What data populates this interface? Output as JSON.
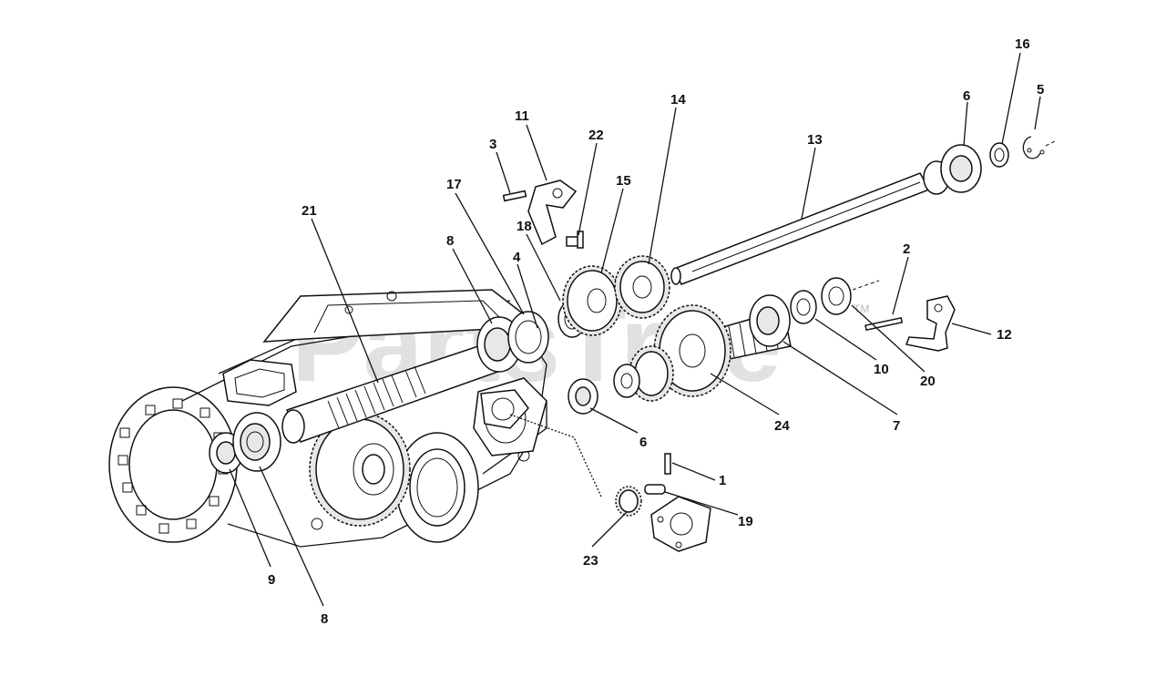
{
  "watermark": {
    "text": "PartsTree",
    "trademark": "TM"
  },
  "callouts": [
    {
      "id": "c16",
      "text": "16"
    },
    {
      "id": "c5",
      "text": "5"
    },
    {
      "id": "c6a",
      "text": "6"
    },
    {
      "id": "c13",
      "text": "13"
    },
    {
      "id": "c11",
      "text": "11"
    },
    {
      "id": "c3",
      "text": "3"
    },
    {
      "id": "c22",
      "text": "22"
    },
    {
      "id": "c14",
      "text": "14"
    },
    {
      "id": "c17",
      "text": "17"
    },
    {
      "id": "c15",
      "text": "15"
    },
    {
      "id": "c21",
      "text": "21"
    },
    {
      "id": "c18",
      "text": "18"
    },
    {
      "id": "c8a",
      "text": "8"
    },
    {
      "id": "c4",
      "text": "4"
    },
    {
      "id": "c2",
      "text": "2"
    },
    {
      "id": "c12",
      "text": "12"
    },
    {
      "id": "c10",
      "text": "10"
    },
    {
      "id": "c20",
      "text": "20"
    },
    {
      "id": "c24",
      "text": "24"
    },
    {
      "id": "c7",
      "text": "7"
    },
    {
      "id": "c6b",
      "text": "6"
    },
    {
      "id": "c1",
      "text": "1"
    },
    {
      "id": "c19",
      "text": "19"
    },
    {
      "id": "c23",
      "text": "23"
    },
    {
      "id": "c9",
      "text": "9"
    },
    {
      "id": "c8b",
      "text": "8"
    }
  ]
}
